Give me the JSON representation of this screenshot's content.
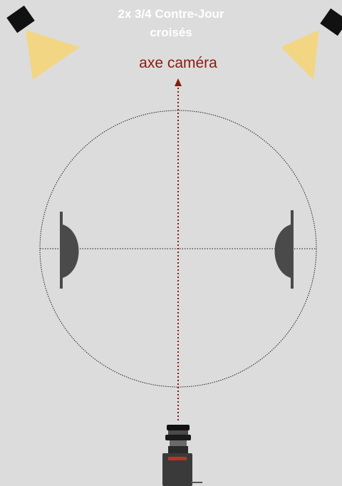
{
  "title": {
    "line1": "2x 3/4 Contre-Jour",
    "line2": "croisés"
  },
  "camera_axis": {
    "label": "axe caméra"
  },
  "colors": {
    "background": "#dcdcdc",
    "title_text": "#ffffff",
    "axis": "#8b1a0e",
    "light_beam": "#f3d684",
    "light_body": "#111111",
    "reflector": "#4a4a4a",
    "reflector_glow": "#f0c86a"
  },
  "icons": {
    "lights": "spotlight-icon",
    "reflectors": "reflector-icon",
    "camera": "camera-icon"
  }
}
